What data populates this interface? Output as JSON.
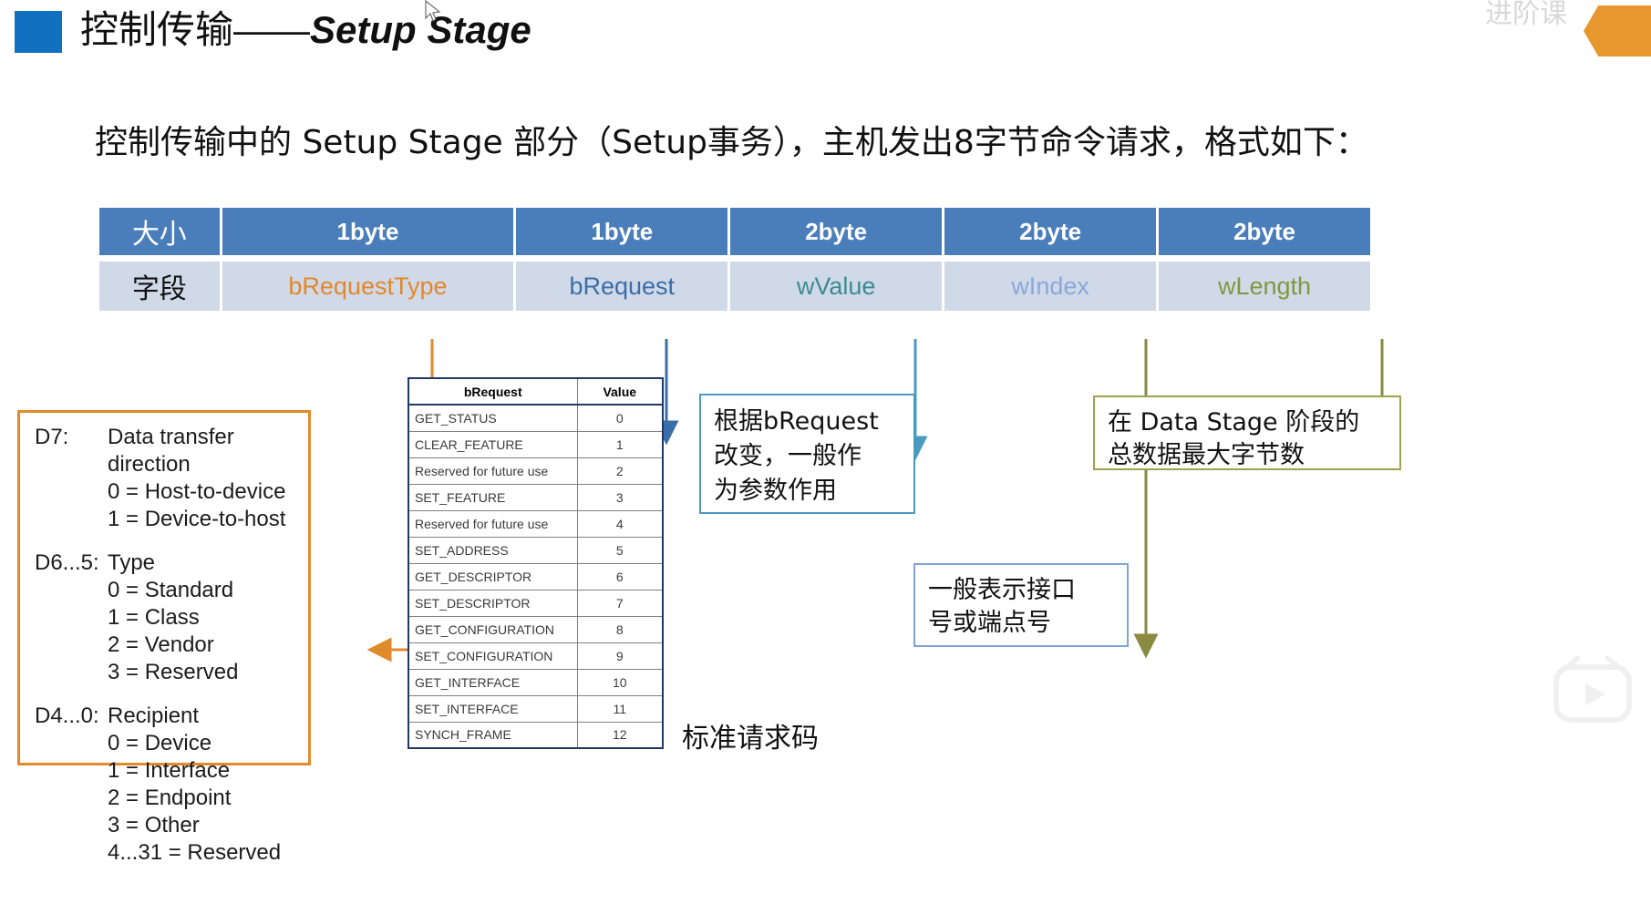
{
  "header": {
    "title_cn": "控制传输——",
    "title_em": "Setup Stage",
    "faded_text": "进阶课",
    "square_color": "#1270c1",
    "chevron_color": "#e8962e"
  },
  "intro": {
    "text": "控制传输中的 Setup Stage 部分（Setup事务），主机发出8字节命令请求，格式如下："
  },
  "field_table": {
    "row_labels": [
      "大小",
      "字段"
    ],
    "sizes": [
      "1byte",
      "1byte",
      "2byte",
      "2byte",
      "2byte"
    ],
    "fields": [
      {
        "name": "bRequestType",
        "color": "#e3872b"
      },
      {
        "name": "bRequest",
        "color": "#3a6ea8"
      },
      {
        "name": "wValue",
        "color": "#3e8a93"
      },
      {
        "name": "wIndex",
        "color": "#8aa8d8"
      },
      {
        "name": "wLength",
        "color": "#7f9a3e"
      }
    ],
    "header_bg": "#4a7ebb",
    "row_bg": "#d0d9e8"
  },
  "bitfield_box": {
    "border_color": "#e08b2b",
    "groups": [
      {
        "key": "D7:",
        "lines": [
          "Data transfer direction",
          "0 = Host-to-device",
          "1 = Device-to-host"
        ]
      },
      {
        "key": "D6...5:",
        "lines": [
          "Type",
          "0 = Standard",
          "1 = Class",
          "2 = Vendor",
          "3 = Reserved"
        ]
      },
      {
        "key": "D4...0:",
        "lines": [
          "Recipient",
          "0 = Device",
          "1 = Interface",
          "2 = Endpoint",
          "3 = Other",
          "4...31 = Reserved"
        ]
      }
    ]
  },
  "brequest_table": {
    "columns": [
      "bRequest",
      "Value"
    ],
    "rows": [
      {
        "name": "GET_STATUS",
        "value": "0"
      },
      {
        "name": "CLEAR_FEATURE",
        "value": "1"
      },
      {
        "name": "Reserved for future use",
        "value": "2"
      },
      {
        "name": "SET_FEATURE",
        "value": "3"
      },
      {
        "name": "Reserved for future use",
        "value": "4"
      },
      {
        "name": "SET_ADDRESS",
        "value": "5"
      },
      {
        "name": "GET_DESCRIPTOR",
        "value": "6"
      },
      {
        "name": "SET_DESCRIPTOR",
        "value": "7"
      },
      {
        "name": "GET_CONFIGURATION",
        "value": "8"
      },
      {
        "name": "SET_CONFIGURATION",
        "value": "9"
      },
      {
        "name": "GET_INTERFACE",
        "value": "10"
      },
      {
        "name": "SET_INTERFACE",
        "value": "11"
      },
      {
        "name": "SYNCH_FRAME",
        "value": "12"
      }
    ],
    "caption": "标准请求码"
  },
  "callouts": {
    "wvalue": {
      "text": "根据bRequest\n改变，一般作\n为参数作用",
      "border_color": "#4a9ac0"
    },
    "windex": {
      "text": "一般表示接口\n号或端点号",
      "border_color": "#7fa4cf"
    },
    "wlength": {
      "text": "在 Data Stage 阶段的\n总数据最大字节数",
      "border_color": "#9aa44e"
    }
  },
  "arrows": {
    "brequesttype_color": "#e08b2b",
    "brequest_color": "#3a6ea8",
    "wvalue_color": "#4a9ac0",
    "windex_color": "#8a8a40",
    "wlength_color": "#8a8a40"
  }
}
